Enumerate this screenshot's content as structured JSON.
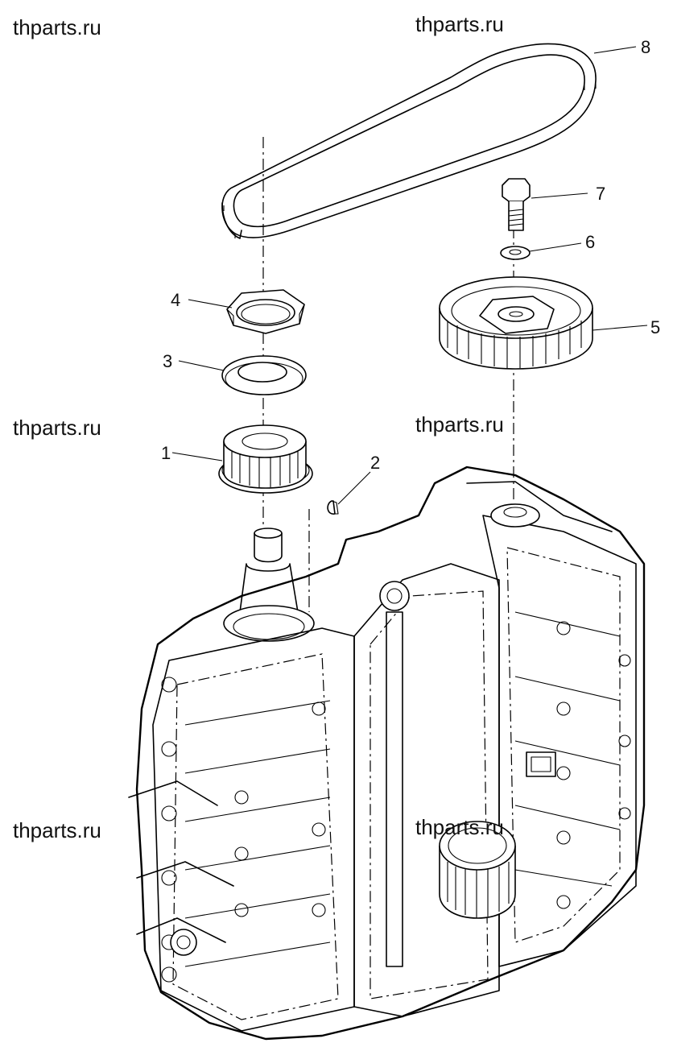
{
  "watermarks": [
    {
      "id": "wm-top-left",
      "text": "thparts.ru"
    },
    {
      "id": "wm-top-center",
      "text": "thparts.ru"
    },
    {
      "id": "wm-mid-left",
      "text": "thparts.ru"
    },
    {
      "id": "wm-mid-center",
      "text": "thparts.ru"
    },
    {
      "id": "wm-low-left",
      "text": "thparts.ru"
    },
    {
      "id": "wm-low-center",
      "text": "thparts.ru"
    }
  ],
  "callouts": [
    {
      "id": "1",
      "text": "1",
      "part": "drive-pulley"
    },
    {
      "id": "2",
      "text": "2",
      "part": "woodruff-key"
    },
    {
      "id": "3",
      "text": "3",
      "part": "washer-plate"
    },
    {
      "id": "4",
      "text": "4",
      "part": "nut"
    },
    {
      "id": "5",
      "text": "5",
      "part": "driven-pulley"
    },
    {
      "id": "6",
      "text": "6",
      "part": "washer"
    },
    {
      "id": "7",
      "text": "7",
      "part": "bolt"
    },
    {
      "id": "8",
      "text": "8",
      "part": "timing-belt"
    }
  ]
}
